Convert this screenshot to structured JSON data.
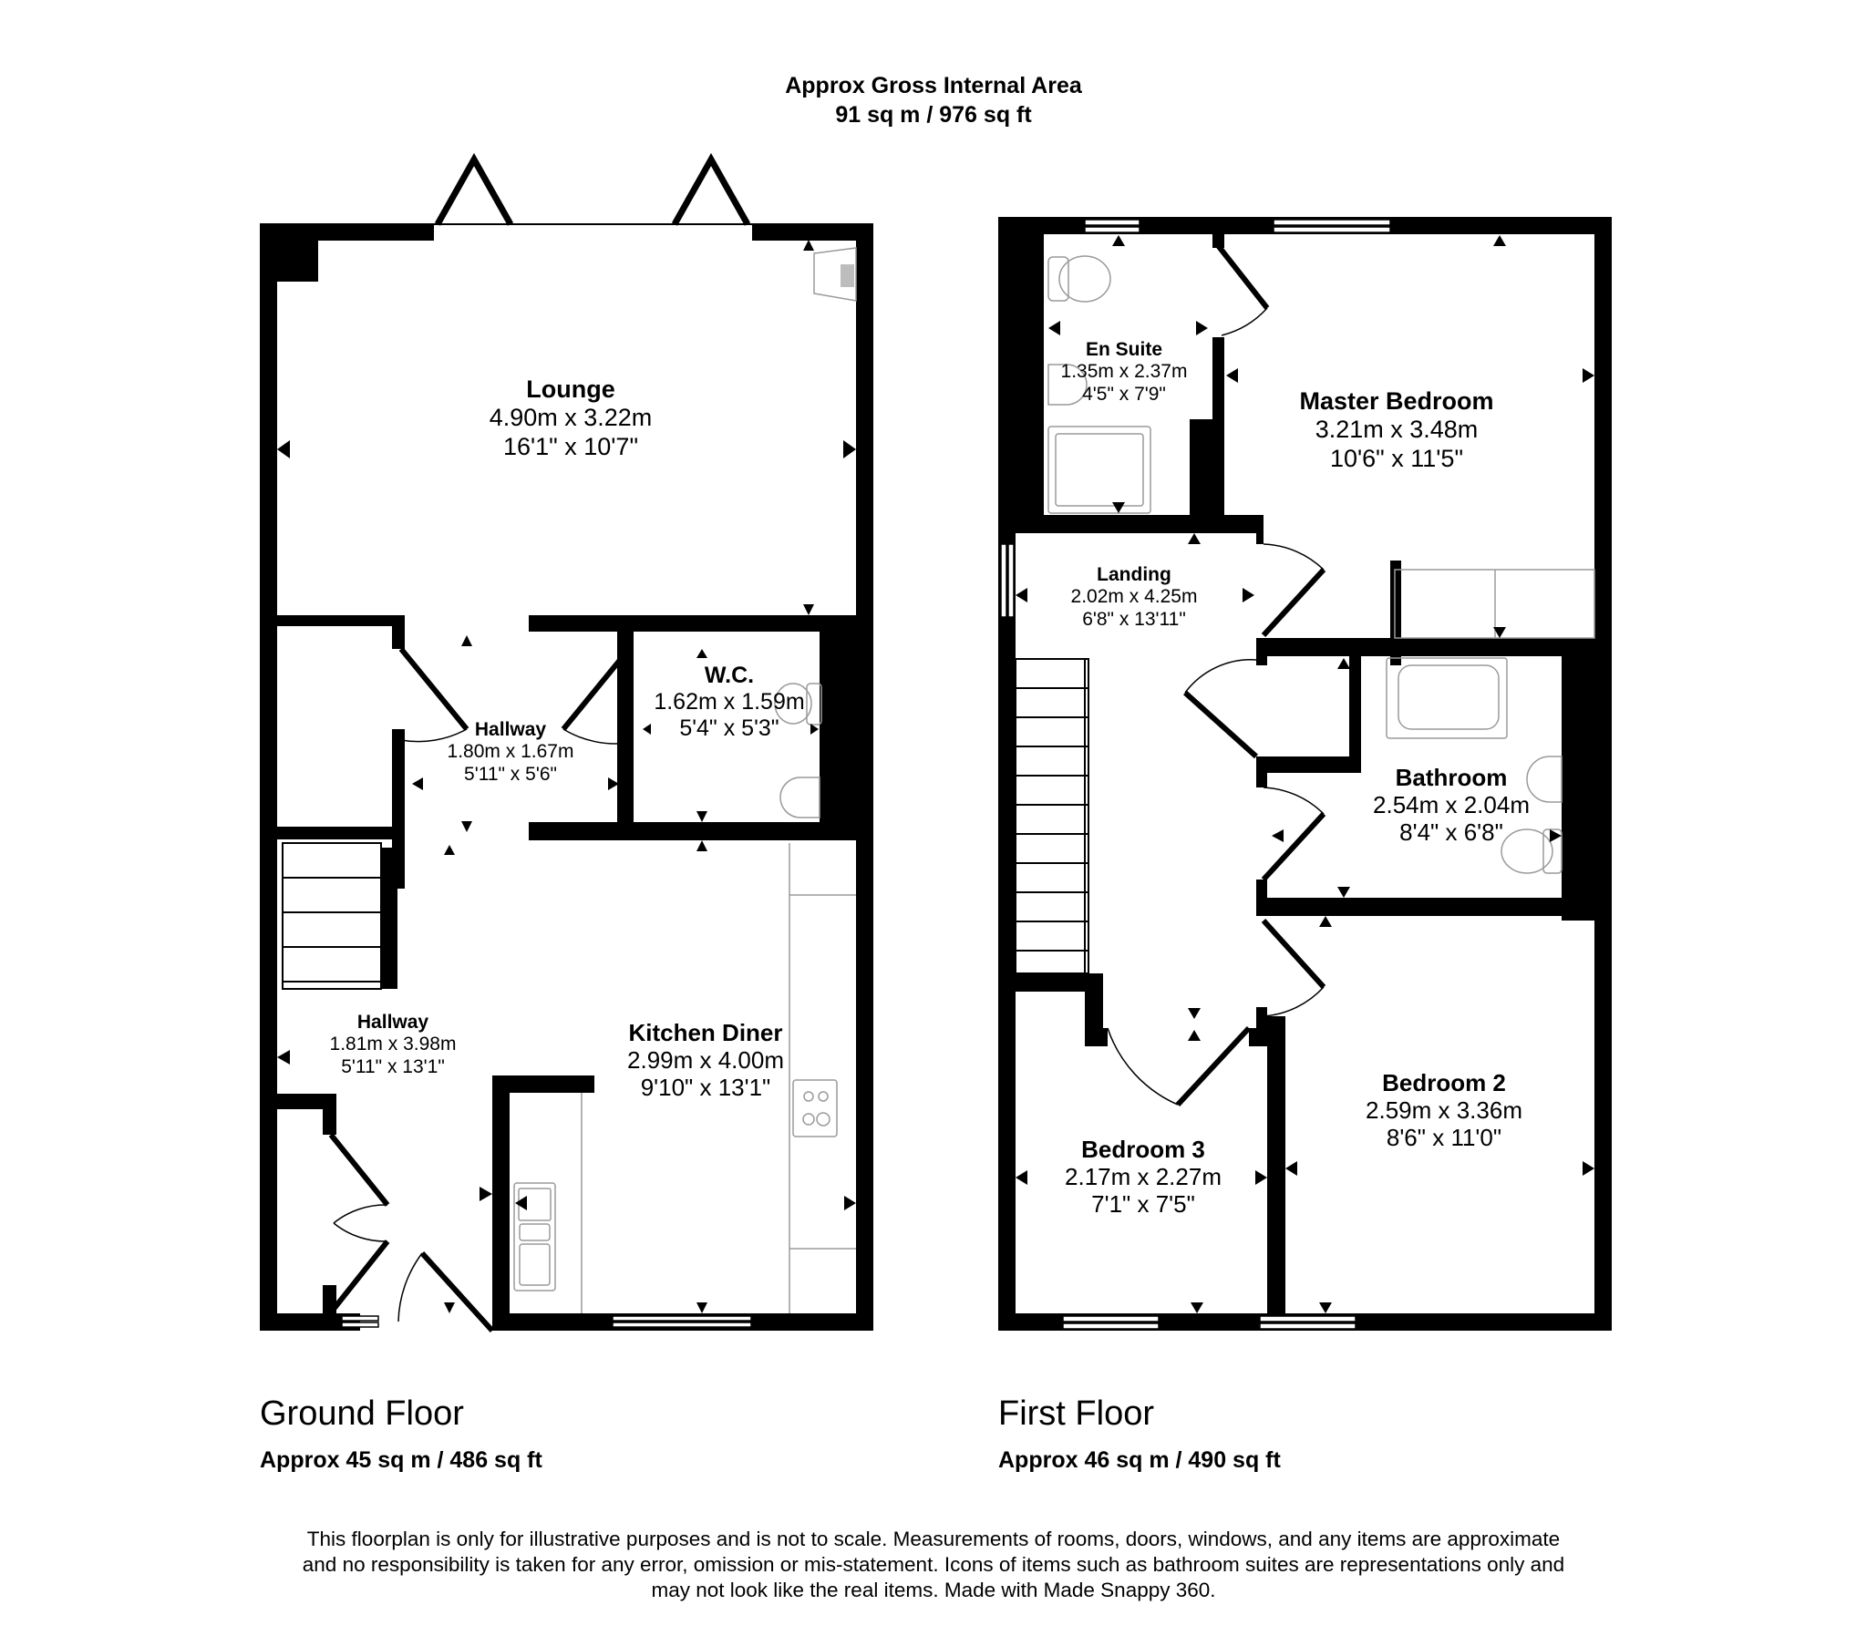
{
  "header": {
    "title": "Approx Gross Internal Area",
    "area": "91 sq m / 976 sq ft"
  },
  "floors": [
    {
      "title": "Ground Floor",
      "area": "Approx 45 sq m / 486 sq ft",
      "rooms": [
        {
          "name": "Lounge",
          "metric": "4.90m x 3.22m",
          "imperial": "16'1\" x 10'7\""
        },
        {
          "name": "Hallway",
          "metric": "1.80m x 1.67m",
          "imperial": "5'11\" x 5'6\""
        },
        {
          "name": "W.C.",
          "metric": "1.62m x 1.59m",
          "imperial": "5'4\" x 5'3\""
        },
        {
          "name": "Hallway",
          "metric": "1.81m x 3.98m",
          "imperial": "5'11\" x 13'1\""
        },
        {
          "name": "Kitchen Diner",
          "metric": "2.99m x 4.00m",
          "imperial": "9'10\" x 13'1\""
        }
      ]
    },
    {
      "title": "First Floor",
      "area": "Approx 46 sq m / 490 sq ft",
      "rooms": [
        {
          "name": "En Suite",
          "metric": "1.35m x 2.37m",
          "imperial": "4'5\" x 7'9\""
        },
        {
          "name": "Master Bedroom",
          "metric": "3.21m x 3.48m",
          "imperial": "10'6\" x 11'5\""
        },
        {
          "name": "Landing",
          "metric": "2.02m x 4.25m",
          "imperial": "6'8\" x 13'11\""
        },
        {
          "name": "Bathroom",
          "metric": "2.54m x 2.04m",
          "imperial": "8'4\" x 6'8\""
        },
        {
          "name": "Bedroom 2",
          "metric": "2.59m x 3.36m",
          "imperial": "8'6\" x 11'0\""
        },
        {
          "name": "Bedroom 3",
          "metric": "2.17m x 2.27m",
          "imperial": "7'1\" x 7'5\""
        }
      ]
    }
  ],
  "disclaimer": [
    "This floorplan is only for illustrative purposes and is not to scale. Measurements of rooms, doors, windows, and any items are approximate",
    "and no responsibility is taken for any error, omission or mis-statement. Icons of items such as bathroom suites are representations only and",
    "may not look like the real items. Made with Made Snappy 360."
  ],
  "colors": {
    "wall": "#000000",
    "background": "#ffffff",
    "fixture_line": "#9a9a9a",
    "fireplace_fill": "#bdbdbd"
  }
}
